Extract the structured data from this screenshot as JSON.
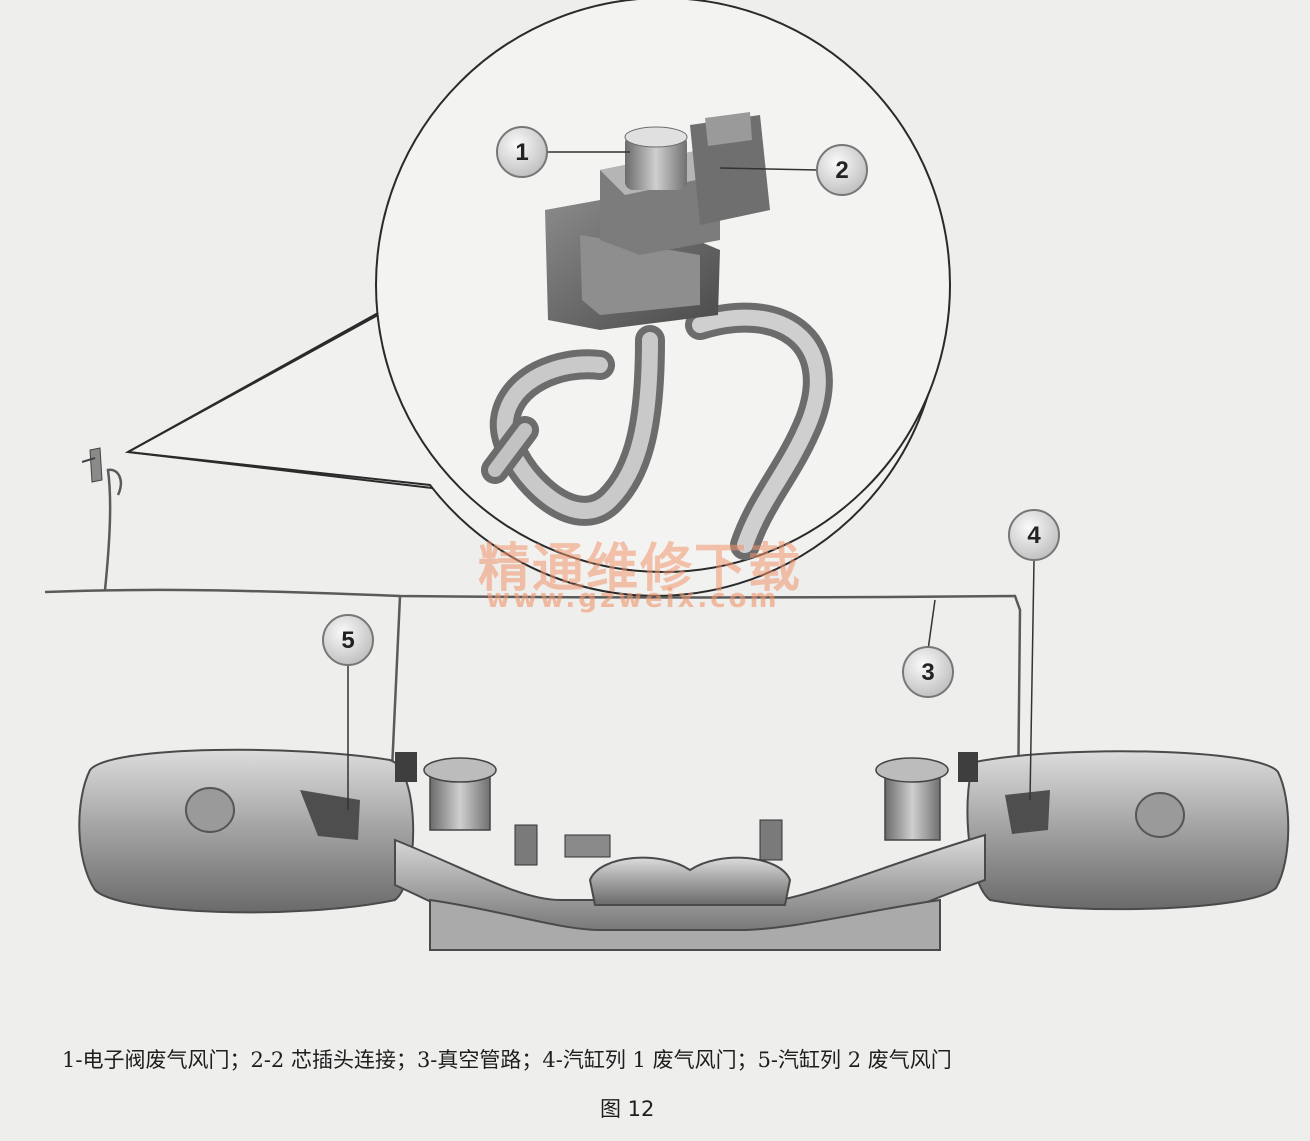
{
  "callouts": [
    {
      "id": "1",
      "label": "1"
    },
    {
      "id": "2",
      "label": "2"
    },
    {
      "id": "3",
      "label": "3"
    },
    {
      "id": "4",
      "label": "4"
    },
    {
      "id": "5",
      "label": "5"
    }
  ],
  "watermark": {
    "text_cn": "精通维修下载",
    "url": "www.gzweix.com"
  },
  "caption": "1-电子阀废气风门；2-2 芯插头连接；3-真空管路；4-汽缸列 1 废气风门；5-汽缸列 2 废气风门",
  "figure_label": "图 12",
  "colors": {
    "background": "#eeeeec",
    "metal_dark": "#5e5e5e",
    "metal_mid": "#9b9b9b",
    "metal_light": "#d4d4d4",
    "callout_fill": "#e2e2e2",
    "watermark": "#f0966e"
  }
}
